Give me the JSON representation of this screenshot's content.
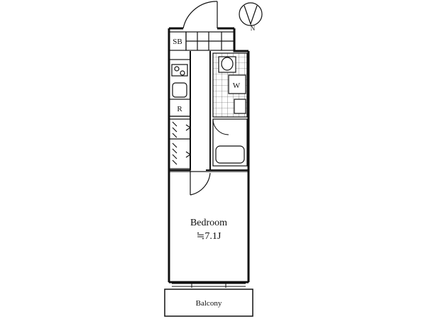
{
  "floor_plan": {
    "rooms": {
      "bedroom": {
        "name": "Bedroom",
        "size": "≒7.1J"
      },
      "balcony": {
        "name": "Balcony"
      },
      "shoe_box": {
        "label": "SB"
      },
      "refrigerator": {
        "label": "R"
      },
      "washer": {
        "label": "W"
      }
    },
    "compass": {
      "north_label": "N"
    }
  },
  "colors": {
    "line": "#111111",
    "background": "#ffffff"
  }
}
